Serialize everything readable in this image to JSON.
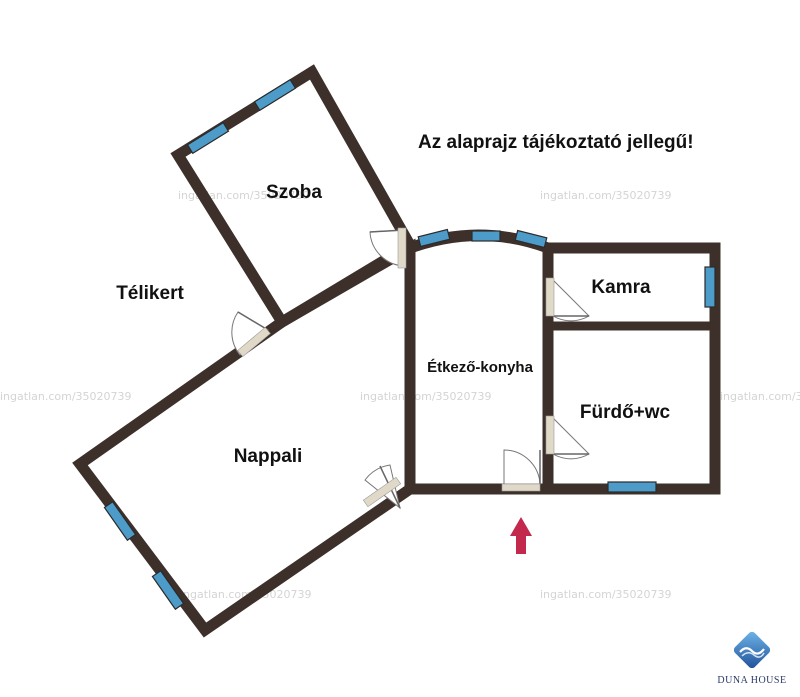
{
  "title": "Az alaprajz tájékoztató jellegű!",
  "watermark": "ingatlan.com/35020739",
  "rooms": {
    "szoba": "Szoba",
    "telikert": "Télikert",
    "nappali": "Nappali",
    "etkezo": "Étkező-konyha",
    "kamra": "Kamra",
    "furdo": "Fürdő+wc"
  },
  "logo": {
    "text": "DUNA HOUSE",
    "icon": "duna-house-wave-icon"
  },
  "entrance_icon": "entrance-arrow-icon",
  "colors": {
    "wall": "#3d302b",
    "window": "#4d9bc9",
    "entrance_arrow": "#c2294d",
    "logo": "#2a3a67"
  }
}
